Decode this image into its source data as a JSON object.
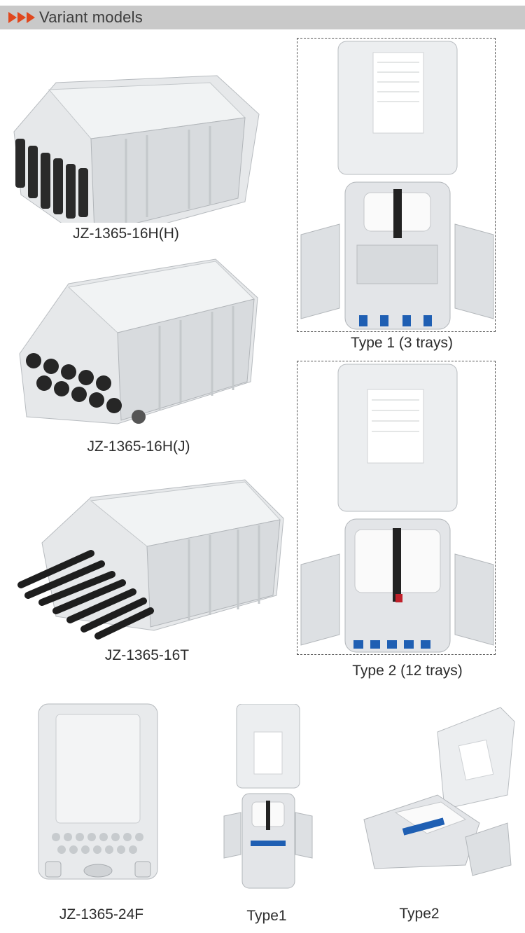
{
  "header": {
    "title": "Variant models",
    "accent_color": "#e0481e",
    "bar_color": "#c9c9c9",
    "icon": "triple-arrow-icon"
  },
  "models": [
    {
      "caption": "JZ-1365-16H(H)"
    },
    {
      "caption": "JZ-1365-16H(J)"
    },
    {
      "caption": "JZ-1365-16T"
    },
    {
      "caption": "JZ-1365-24F"
    }
  ],
  "types": [
    {
      "caption": "Type 1 (3 trays)"
    },
    {
      "caption": "Type 2 (12 trays)"
    }
  ],
  "bottom": [
    {
      "caption": "Type1"
    },
    {
      "caption": "Type2"
    }
  ]
}
